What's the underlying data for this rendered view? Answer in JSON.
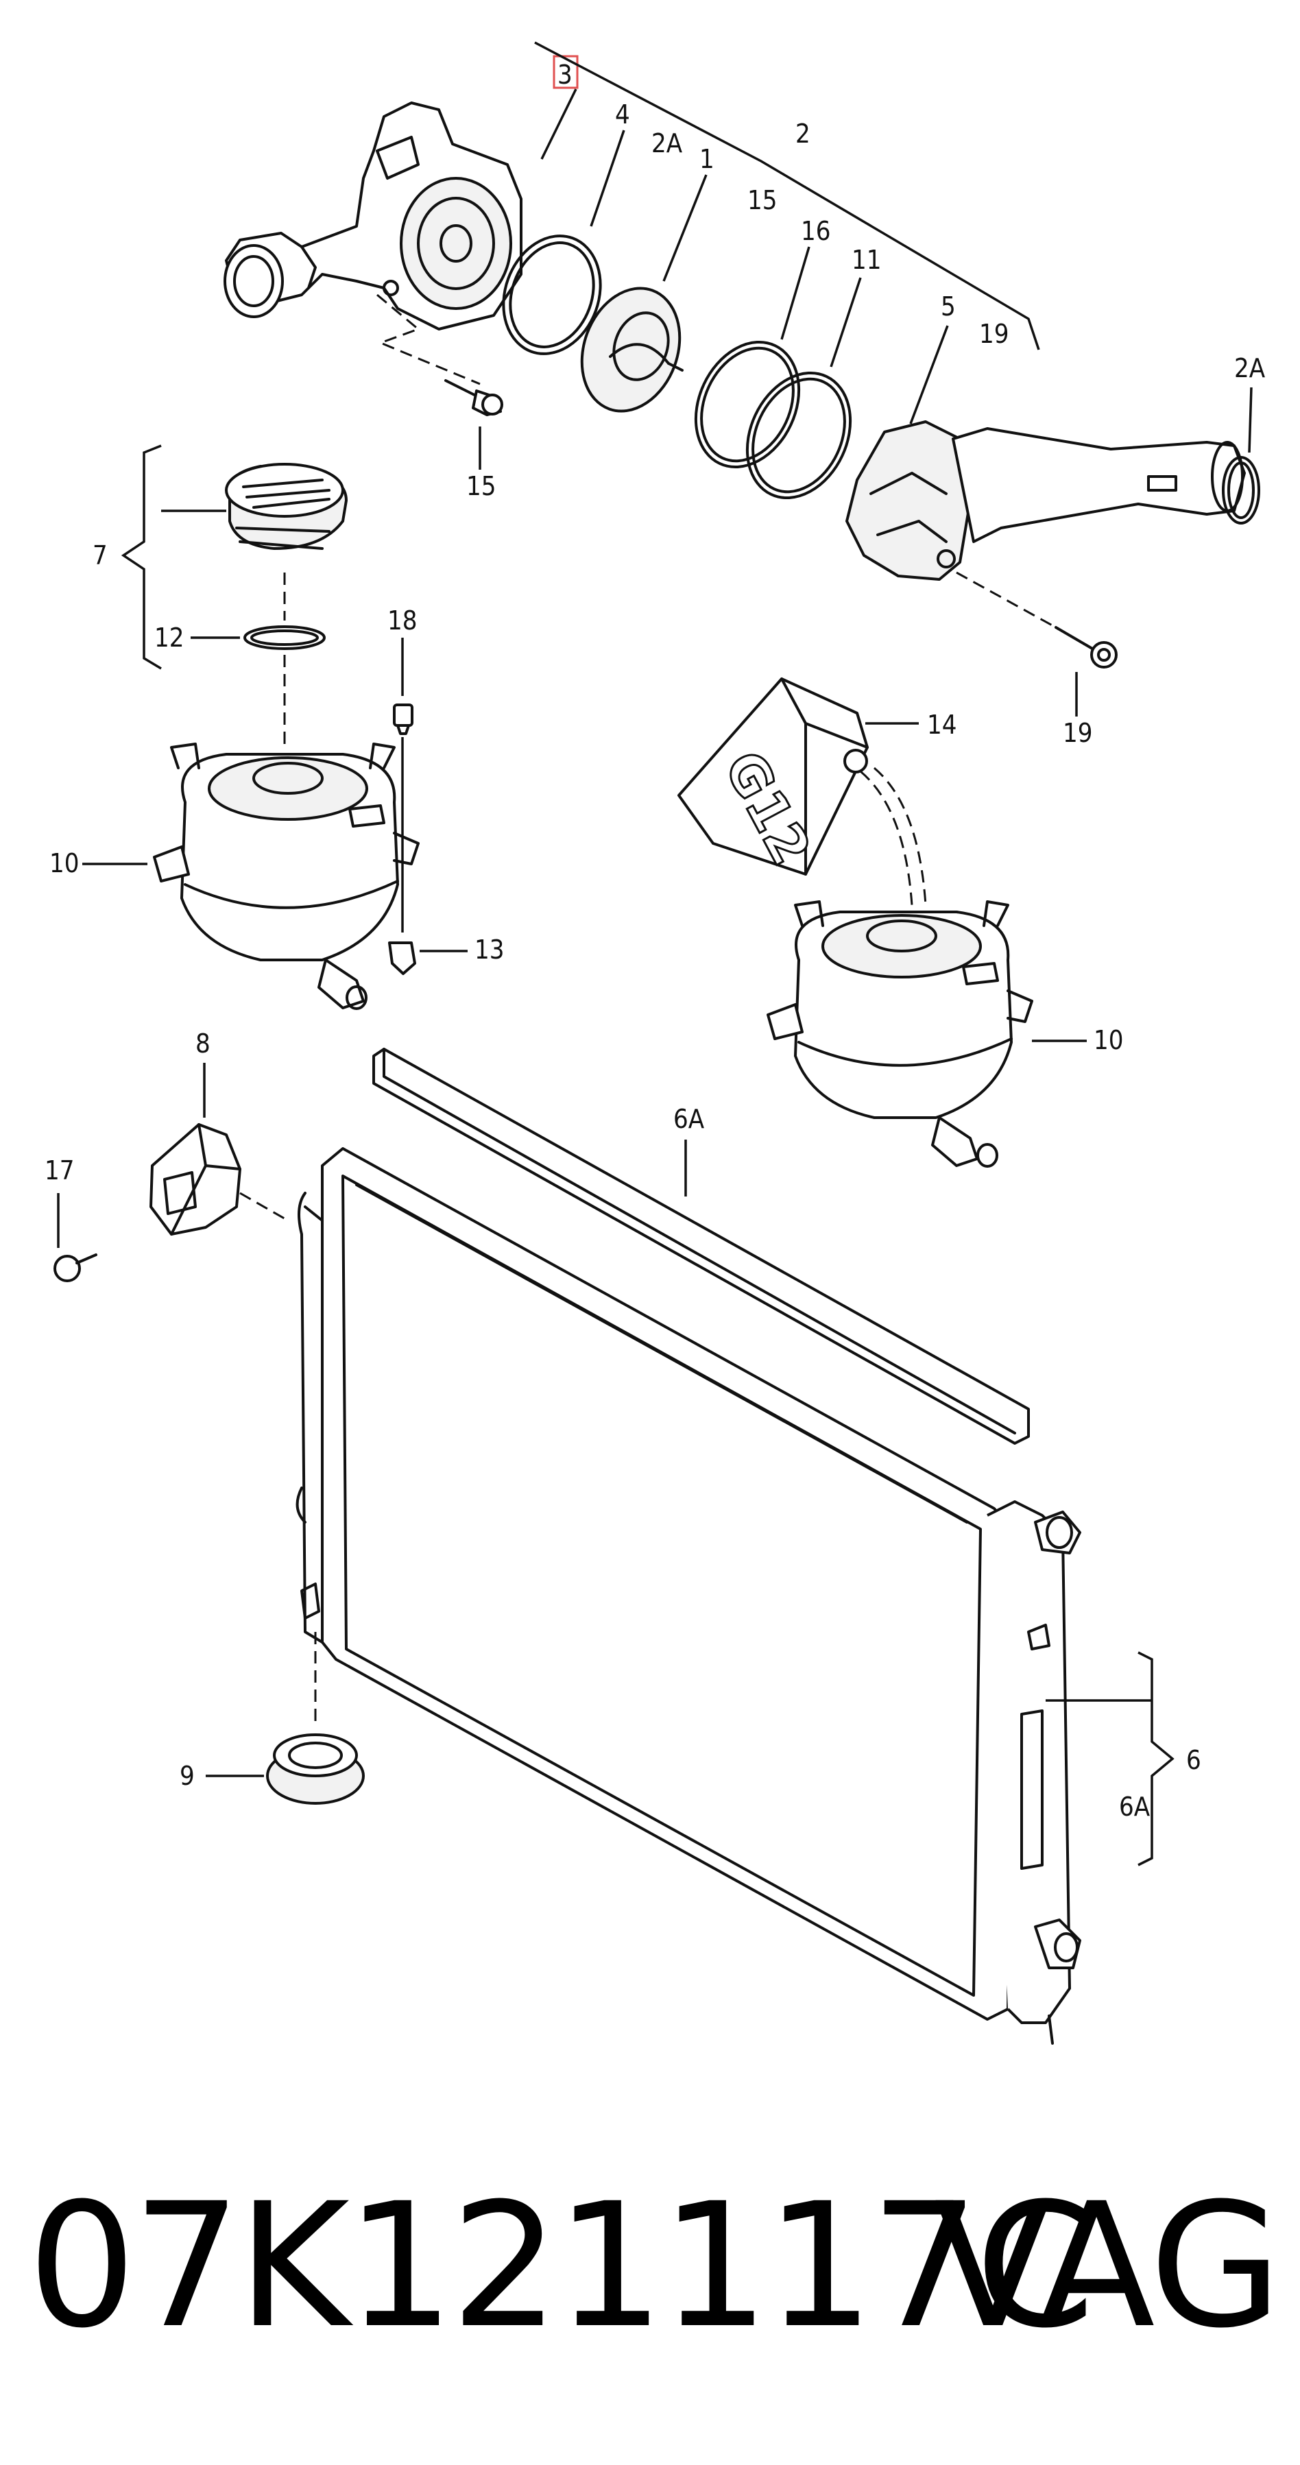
{
  "diagram": {
    "callouts": {
      "c3": "3",
      "c4": "4",
      "c2A_top": "2A",
      "c1": "1",
      "c2": "2",
      "c15_top": "15",
      "c16": "16",
      "c11": "11",
      "c5": "5",
      "c19_top": "19",
      "c2A_right": "2A",
      "c15_bolt": "15",
      "c7": "7",
      "c12": "12",
      "c18": "18",
      "c14": "14",
      "c19_bolt": "19",
      "c10_left": "10",
      "c13": "13",
      "c10_right": "10",
      "c8": "8",
      "c6A_top": "6A",
      "c17": "17",
      "c9": "9",
      "c6": "6",
      "c6A_right": "6A"
    },
    "bottle_label": "G12"
  },
  "footer": {
    "part_number": "07K121117C",
    "brand": "VAG"
  }
}
